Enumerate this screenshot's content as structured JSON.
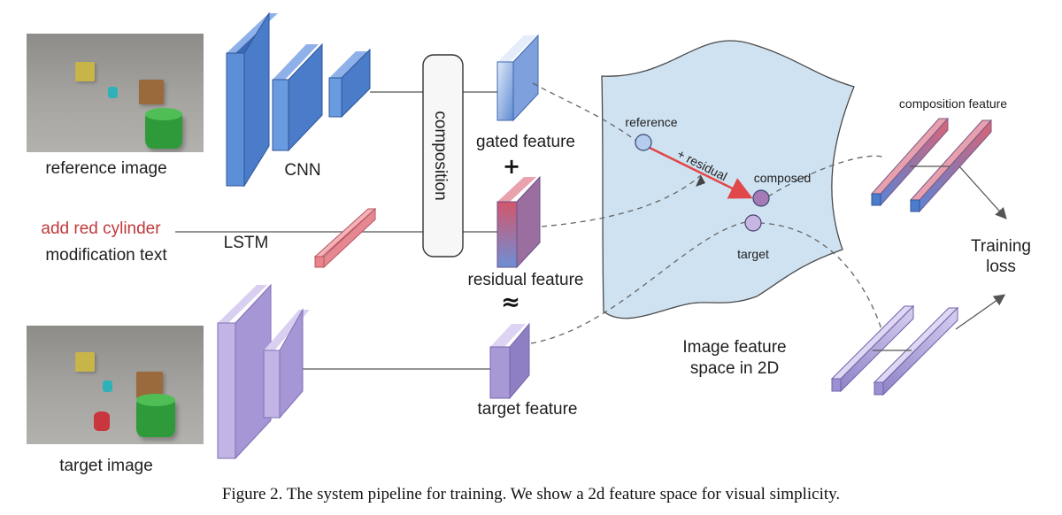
{
  "inputs": {
    "reference_image_label": "reference image",
    "target_image_label": "target image",
    "modification_text_value": "add red cylinder",
    "modification_text_label": "modification text"
  },
  "encoders": {
    "cnn_label": "CNN",
    "lstm_label": "LSTM",
    "composition_label": "composition"
  },
  "features": {
    "gated_label": "gated feature",
    "plus_symbol": "+",
    "residual_label": "residual feature",
    "approx_symbol": "≈",
    "target_label": "target feature"
  },
  "feature_space": {
    "title_line1": "Image feature",
    "title_line2": "space in 2D",
    "reference_point": "reference",
    "composed_point": "composed",
    "target_point": "target",
    "residual_arrow": "+ residual"
  },
  "outputs": {
    "composition_feature_label": "composition feature",
    "training_loss_line1": "Training",
    "training_loss_line2": "loss"
  },
  "caption": "Figure 2. The system pipeline for training. We show a 2d feature space for visual simplicity.",
  "colors": {
    "cnn_blue": "#5b8fd8",
    "target_purple": "#b8a8de",
    "residual_red": "#c9556e",
    "feature_space_fill": "#cfe2f1",
    "arrow_red": "#e0484b"
  }
}
